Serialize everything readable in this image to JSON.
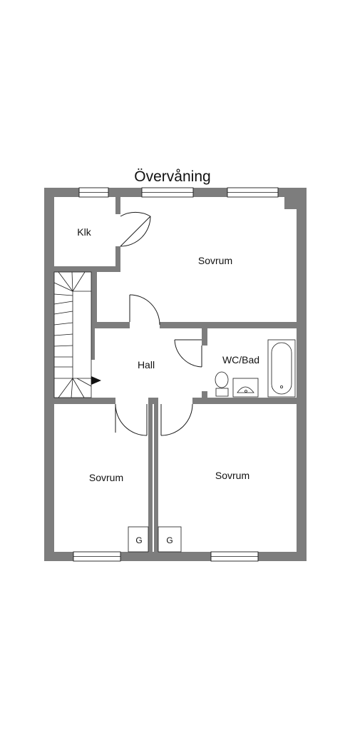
{
  "title": "Övervåning",
  "rooms": {
    "klk": "Klk",
    "sovrum_top": "Sovrum",
    "hall": "Hall",
    "wc_bad": "WC/Bad",
    "sovrum_left": "Sovrum",
    "sovrum_right": "Sovrum"
  },
  "closets": {
    "left": "G",
    "right": "G"
  },
  "colors": {
    "wall": "#7d7d7d",
    "line": "#1a1a1a"
  }
}
